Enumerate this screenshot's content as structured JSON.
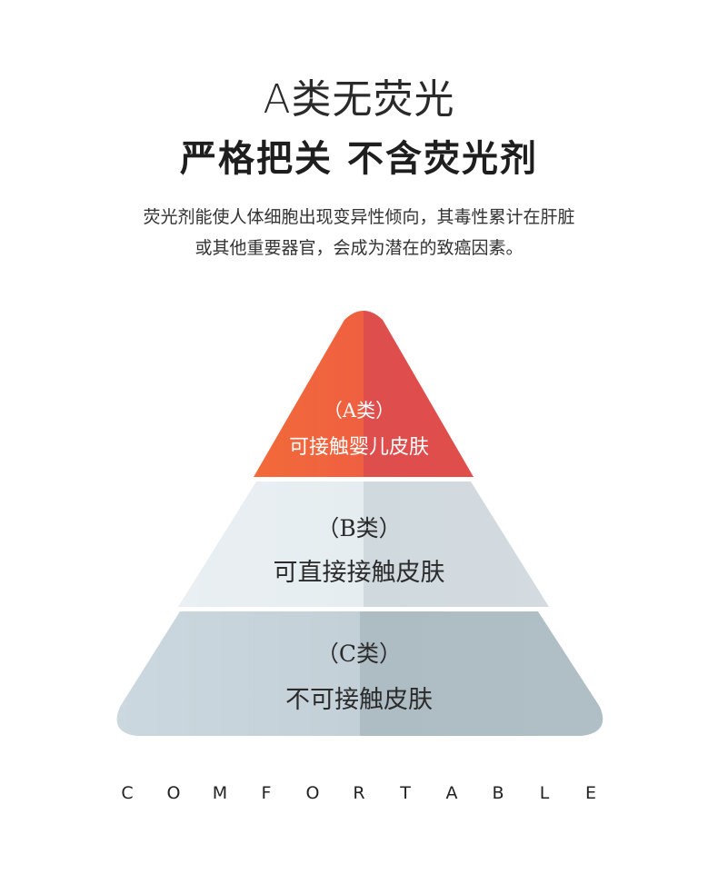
{
  "header": {
    "title": "A类无荧光",
    "subtitle": "严格把关 不含荧光剂",
    "description_line1": "荧光剂能使人体细胞出现变异性倾向，其毒性累计在肝脏",
    "description_line2": "或其他重要器官，会成为潜在的致癌因素。"
  },
  "pyramid": {
    "tiers": [
      {
        "class_label": "（A类）",
        "description": "可接触婴儿皮肤",
        "color": "#ef5a3f"
      },
      {
        "class_label": "（B类）",
        "description": "可直接接触皮肤",
        "color": "#e3eaee"
      },
      {
        "class_label": "（C类）",
        "description": "不可接触皮肤",
        "color": "#bccad2"
      }
    ]
  },
  "footer": {
    "brand_word": "COMFORTABLE"
  }
}
